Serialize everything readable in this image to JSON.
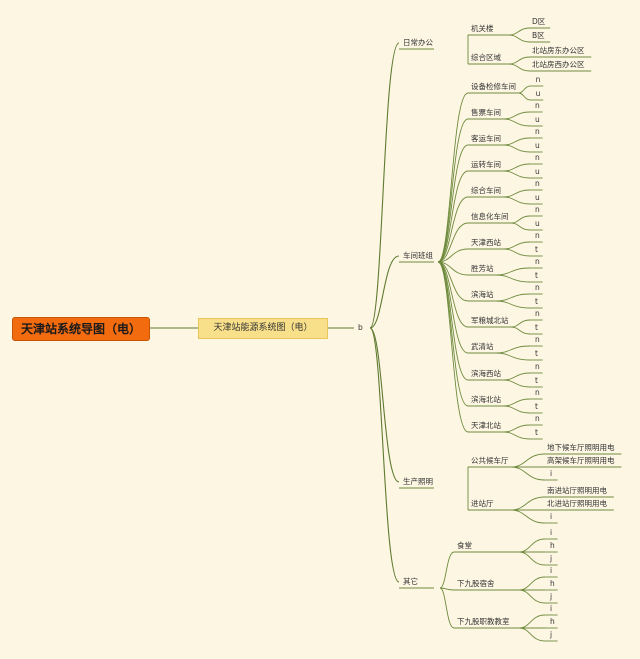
{
  "root": "天津站系统导图（电）",
  "main": "天津站能源系统图（电）",
  "hub": "b",
  "branches": [
    {
      "label": "日常办公",
      "children": [
        {
          "label": "机关楼",
          "children": [
            "D区",
            "B区"
          ]
        },
        {
          "label": "综合区域",
          "children": [
            "北站房东办公区",
            "北站房西办公区"
          ]
        }
      ]
    },
    {
      "label": "车间班组",
      "children": [
        {
          "label": "设备检修车间",
          "children": [
            "n",
            "u"
          ]
        },
        {
          "label": "售票车间",
          "children": [
            "n",
            "u"
          ]
        },
        {
          "label": "客运车间",
          "children": [
            "n",
            "u"
          ]
        },
        {
          "label": "运转车间",
          "children": [
            "n",
            "u"
          ]
        },
        {
          "label": "综合车间",
          "children": [
            "n",
            "u"
          ]
        },
        {
          "label": "信息化车间",
          "children": [
            "n",
            "u"
          ]
        },
        {
          "label": "天津西站",
          "children": [
            "n",
            "t"
          ]
        },
        {
          "label": "胜芳站",
          "children": [
            "n",
            "t"
          ]
        },
        {
          "label": "滨海站",
          "children": [
            "n",
            "t"
          ]
        },
        {
          "label": "军粮城北站",
          "children": [
            "n",
            "t"
          ]
        },
        {
          "label": "武清站",
          "children": [
            "n",
            "t"
          ]
        },
        {
          "label": "滨海西站",
          "children": [
            "n",
            "t"
          ]
        },
        {
          "label": "滨海北站",
          "children": [
            "n",
            "t"
          ]
        },
        {
          "label": "天津北站",
          "children": [
            "n",
            "t"
          ]
        }
      ]
    },
    {
      "label": "生产照明",
      "children": [
        {
          "label": "公共候车厅",
          "children": [
            "地下候车厅照明用电",
            "高架候车厅照明用电",
            "i"
          ]
        },
        {
          "label": "进站厅",
          "children": [
            "南进站厅照明用电",
            "北进站厅照明用电",
            "i"
          ]
        }
      ]
    },
    {
      "label": "其它",
      "children": [
        {
          "label": "食堂",
          "children": [
            "i",
            "h",
            "j"
          ]
        },
        {
          "label": "下九股宿舍",
          "children": [
            "i",
            "h",
            "j"
          ]
        },
        {
          "label": "下九股职教教室",
          "children": [
            "i",
            "h",
            "j"
          ]
        }
      ]
    }
  ]
}
